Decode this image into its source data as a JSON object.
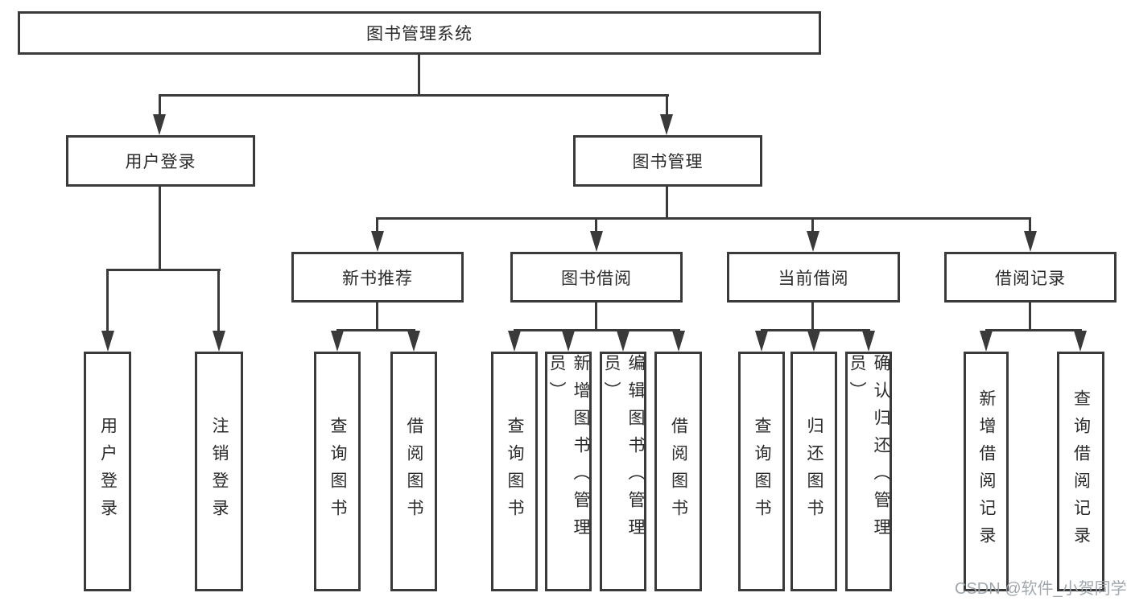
{
  "diagram": {
    "title": "图书管理系统",
    "root": {
      "label": "图书管理系统"
    },
    "level2": [
      {
        "label": "用户登录"
      },
      {
        "label": "图书管理"
      }
    ],
    "level3": [
      {
        "label": "新书推荐"
      },
      {
        "label": "图书借阅"
      },
      {
        "label": "当前借阅"
      },
      {
        "label": "借阅记录"
      }
    ],
    "leaves": {
      "user_login": [
        "用户登录",
        "注销登录"
      ],
      "new_book": [
        "查询图书",
        "借阅图书"
      ],
      "book_borrow": [
        "查询图书",
        "新增图书（管理员）",
        "编辑图书（管理员）",
        "借阅图书"
      ],
      "current_borrow": [
        "查询图书",
        "归还图书",
        "确认归还（管理员）"
      ],
      "borrow_record": [
        "新增借阅记录",
        "查询借阅记录"
      ]
    },
    "colors": {
      "line": "#3a3a3a",
      "text": "#2b2b2b",
      "background": "#ffffff",
      "watermark": "#9aa0a6"
    }
  },
  "watermark": {
    "text": "CSDN @软件_小贺同学"
  }
}
